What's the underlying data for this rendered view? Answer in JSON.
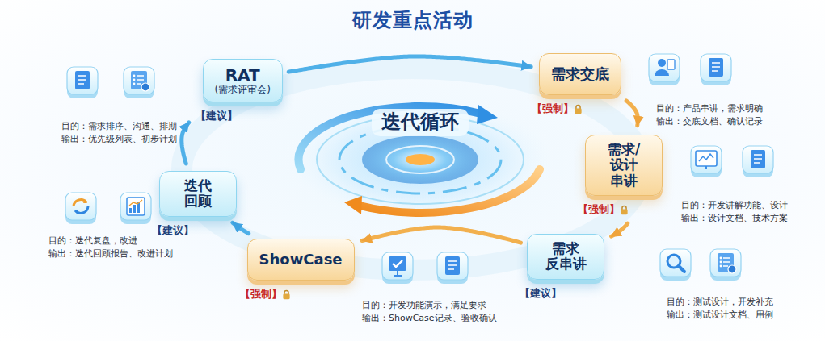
{
  "diagram": {
    "title": "研发重点活动",
    "nodes": [
      {
        "text": [
          "迭代循环"
        ]
      },
      {
        "text": [
          "RAT",
          "(需求评审会)",
          "【建议】"
        ]
      },
      {
        "text": [
          "需求交底",
          "【强制】"
        ]
      },
      {
        "text": [
          "需求/设计 串讲",
          "【强制】"
        ]
      },
      {
        "text": [
          "需求 反串讲",
          "【建议】"
        ]
      },
      {
        "text": [
          "ShowCase",
          "【强制】"
        ]
      },
      {
        "text": [
          "迭代 回顾",
          "【建议】"
        ]
      }
    ],
    "edges": [
      {
        "from": 1,
        "to": 2,
        "arrow": "to"
      },
      {
        "from": 2,
        "to": 3,
        "arrow": "to"
      },
      {
        "from": 3,
        "to": 4,
        "arrow": "to"
      },
      {
        "from": 4,
        "to": 5,
        "arrow": "to"
      },
      {
        "from": 5,
        "to": 6,
        "arrow": "to"
      },
      {
        "from": 6,
        "to": 1,
        "arrow": "to"
      }
    ],
    "labels": [
      "目的：需求排序、沟通、排期",
      "输出：优先级列表、初步计划",
      "目的：产品串讲，需求明确",
      "输出：交底文档、确认记录",
      "目的：开发讲解功能、设计",
      "输出：设计文档、技术方案",
      "目的：测试设计，开发补充",
      "输出：测试设计文档、用例",
      "目的：开发功能演示，满足要求",
      "输出：ShowCase记录、验收确认",
      "目的：迭代复盘，改进",
      "输出：迭代回顾报告、改进计划"
    ]
  }
}
